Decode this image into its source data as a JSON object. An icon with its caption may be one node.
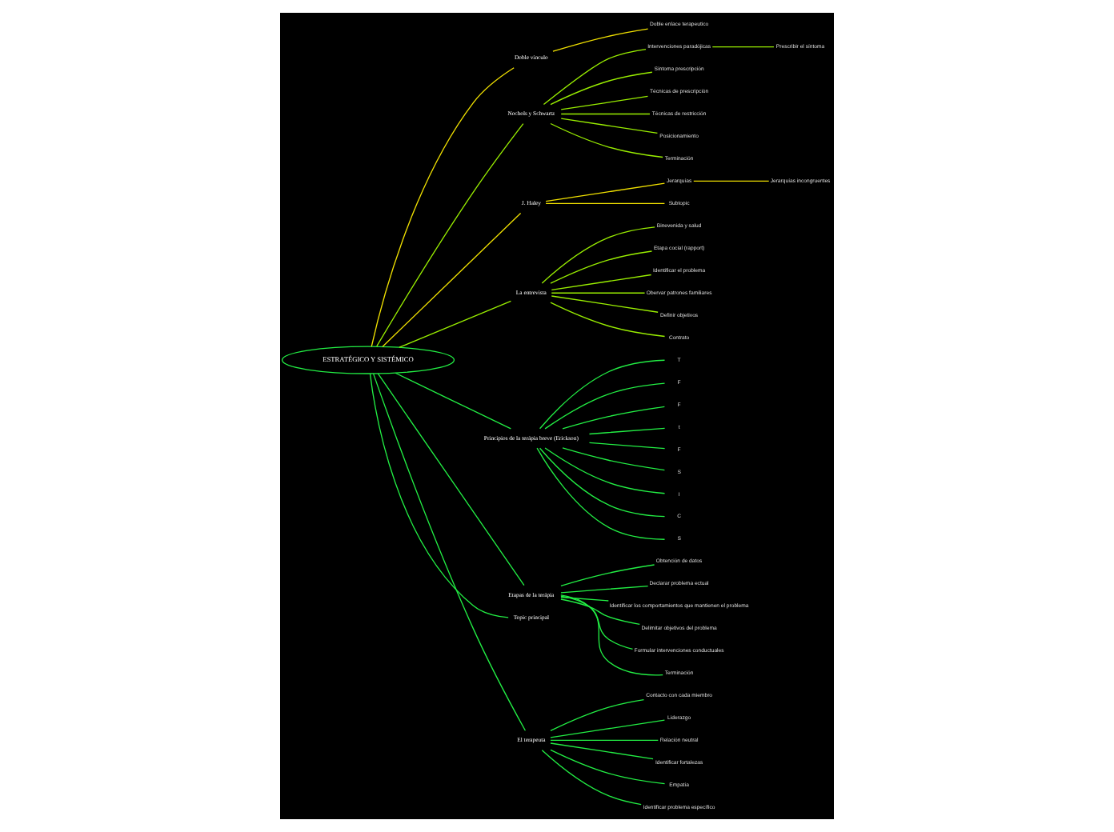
{
  "diagram": {
    "nodes": [
      {
        "text": [
          "ESTRATÉGICO Y SISTÉMICO"
        ]
      },
      {
        "text": [
          "Doble vínculo"
        ]
      },
      {
        "text": [
          "Doble enlace terapeutico"
        ]
      },
      {
        "text": [
          "Nochols y Schwartz"
        ]
      },
      {
        "text": [
          "Intervenciones paradójicas"
        ]
      },
      {
        "text": [
          "Prescribir el síntoma"
        ]
      },
      {
        "text": [
          "Síntoma prescripción"
        ]
      },
      {
        "text": [
          "Técnicas de prescripción"
        ]
      },
      {
        "text": [
          "Técnicas de restricción"
        ]
      },
      {
        "text": [
          "Posicionamiento"
        ]
      },
      {
        "text": [
          "Terminación"
        ]
      },
      {
        "text": [
          "J. Haley"
        ]
      },
      {
        "text": [
          "Jerarquías"
        ]
      },
      {
        "text": [
          "Jerarquías incongruentes"
        ]
      },
      {
        "text": [
          "Subtopic"
        ]
      },
      {
        "text": [
          "La entrevista"
        ]
      },
      {
        "text": [
          "Binevenida y salud"
        ]
      },
      {
        "text": [
          "Etapa cocial (rapport)"
        ]
      },
      {
        "text": [
          "Identificar el problema"
        ]
      },
      {
        "text": [
          "Obervar patrones familiares"
        ]
      },
      {
        "text": [
          "Definir objetivos"
        ]
      },
      {
        "text": [
          "Contrato"
        ]
      },
      {
        "text": [
          "Principios de la terápia breve (Erickson)"
        ]
      },
      {
        "text": [
          "T"
        ]
      },
      {
        "text": [
          "F"
        ]
      },
      {
        "text": [
          "F"
        ]
      },
      {
        "text": [
          "t"
        ]
      },
      {
        "text": [
          "F"
        ]
      },
      {
        "text": [
          "S"
        ]
      },
      {
        "text": [
          "I"
        ]
      },
      {
        "text": [
          "C"
        ]
      },
      {
        "text": [
          "S"
        ]
      },
      {
        "text": [
          "Etapas de la terápia"
        ]
      },
      {
        "text": [
          "Obtención de datos"
        ]
      },
      {
        "text": [
          "Declarar problema ectual"
        ]
      },
      {
        "text": [
          "Identificar los comportamientos que mantienen el problema"
        ]
      },
      {
        "text": [
          "Delimitar objetivos del problema"
        ]
      },
      {
        "text": [
          "Formular intervenciones conductuales"
        ]
      },
      {
        "text": [
          "Terminación"
        ]
      },
      {
        "text": [
          "Topic principal"
        ]
      },
      {
        "text": [
          "El terapeuta"
        ]
      },
      {
        "text": [
          "Contacto con cada miembro"
        ]
      },
      {
        "text": [
          "Liderazgo"
        ]
      },
      {
        "text": [
          "Relación neutral"
        ]
      },
      {
        "text": [
          "Identificar fortalezas"
        ]
      },
      {
        "text": [
          "Empatía"
        ]
      },
      {
        "text": [
          "Identificar problema específico"
        ]
      }
    ],
    "edges": [
      {
        "from": 0,
        "to": 1,
        "arrow": "none",
        "color": "#f0e000"
      },
      {
        "from": 1,
        "to": 2,
        "arrow": "none",
        "color": "#f0e000"
      },
      {
        "from": 0,
        "to": 3,
        "arrow": "none",
        "color": "#99ee00"
      },
      {
        "from": 3,
        "to": 4,
        "arrow": "none",
        "color": "#99ee00"
      },
      {
        "from": 4,
        "to": 5,
        "arrow": "none",
        "color": "#99ee00"
      },
      {
        "from": 3,
        "to": 6,
        "arrow": "none",
        "color": "#99ee00"
      },
      {
        "from": 3,
        "to": 7,
        "arrow": "none",
        "color": "#99ee00"
      },
      {
        "from": 3,
        "to": 8,
        "arrow": "none",
        "color": "#99ee00"
      },
      {
        "from": 3,
        "to": 9,
        "arrow": "none",
        "color": "#99ee00"
      },
      {
        "from": 3,
        "to": 10,
        "arrow": "none",
        "color": "#99ee00"
      },
      {
        "from": 0,
        "to": 11,
        "arrow": "none",
        "color": "#f0e000"
      },
      {
        "from": 11,
        "to": 12,
        "arrow": "none",
        "color": "#f0e000"
      },
      {
        "from": 12,
        "to": 13,
        "arrow": "none",
        "color": "#f0e000"
      },
      {
        "from": 11,
        "to": 14,
        "arrow": "none",
        "color": "#f0e000"
      },
      {
        "from": 0,
        "to": 15,
        "arrow": "none",
        "color": "#99ee00"
      },
      {
        "from": 15,
        "to": 16,
        "arrow": "none",
        "color": "#99ee00"
      },
      {
        "from": 15,
        "to": 17,
        "arrow": "none",
        "color": "#99ee00"
      },
      {
        "from": 15,
        "to": 18,
        "arrow": "none",
        "color": "#99ee00"
      },
      {
        "from": 15,
        "to": 19,
        "arrow": "none",
        "color": "#99ee00"
      },
      {
        "from": 15,
        "to": 20,
        "arrow": "none",
        "color": "#99ee00"
      },
      {
        "from": 15,
        "to": 21,
        "arrow": "none",
        "color": "#99ee00"
      },
      {
        "from": 0,
        "to": 22,
        "arrow": "none"
      },
      {
        "from": 22,
        "to": 23,
        "arrow": "none"
      },
      {
        "from": 22,
        "to": 24,
        "arrow": "none"
      },
      {
        "from": 22,
        "to": 25,
        "arrow": "none"
      },
      {
        "from": 22,
        "to": 26,
        "arrow": "none"
      },
      {
        "from": 22,
        "to": 27,
        "arrow": "none"
      },
      {
        "from": 22,
        "to": 28,
        "arrow": "none"
      },
      {
        "from": 22,
        "to": 29,
        "arrow": "none"
      },
      {
        "from": 22,
        "to": 30,
        "arrow": "none"
      },
      {
        "from": 22,
        "to": 31,
        "arrow": "none"
      },
      {
        "from": 0,
        "to": 32,
        "arrow": "none"
      },
      {
        "from": 32,
        "to": 33,
        "arrow": "none"
      },
      {
        "from": 32,
        "to": 34,
        "arrow": "none"
      },
      {
        "from": 32,
        "to": 35,
        "arrow": "none"
      },
      {
        "from": 32,
        "to": 36,
        "arrow": "none"
      },
      {
        "from": 32,
        "to": 37,
        "arrow": "none"
      },
      {
        "from": 32,
        "to": 38,
        "arrow": "none"
      },
      {
        "from": 0,
        "to": 39,
        "arrow": "none"
      },
      {
        "from": 0,
        "to": 40,
        "arrow": "none"
      },
      {
        "from": 40,
        "to": 41,
        "arrow": "none"
      },
      {
        "from": 40,
        "to": 42,
        "arrow": "none"
      },
      {
        "from": 40,
        "to": 43,
        "arrow": "none"
      },
      {
        "from": 40,
        "to": 44,
        "arrow": "none"
      },
      {
        "from": 40,
        "to": 45,
        "arrow": "none"
      },
      {
        "from": 40,
        "to": 46,
        "arrow": "none"
      }
    ]
  }
}
